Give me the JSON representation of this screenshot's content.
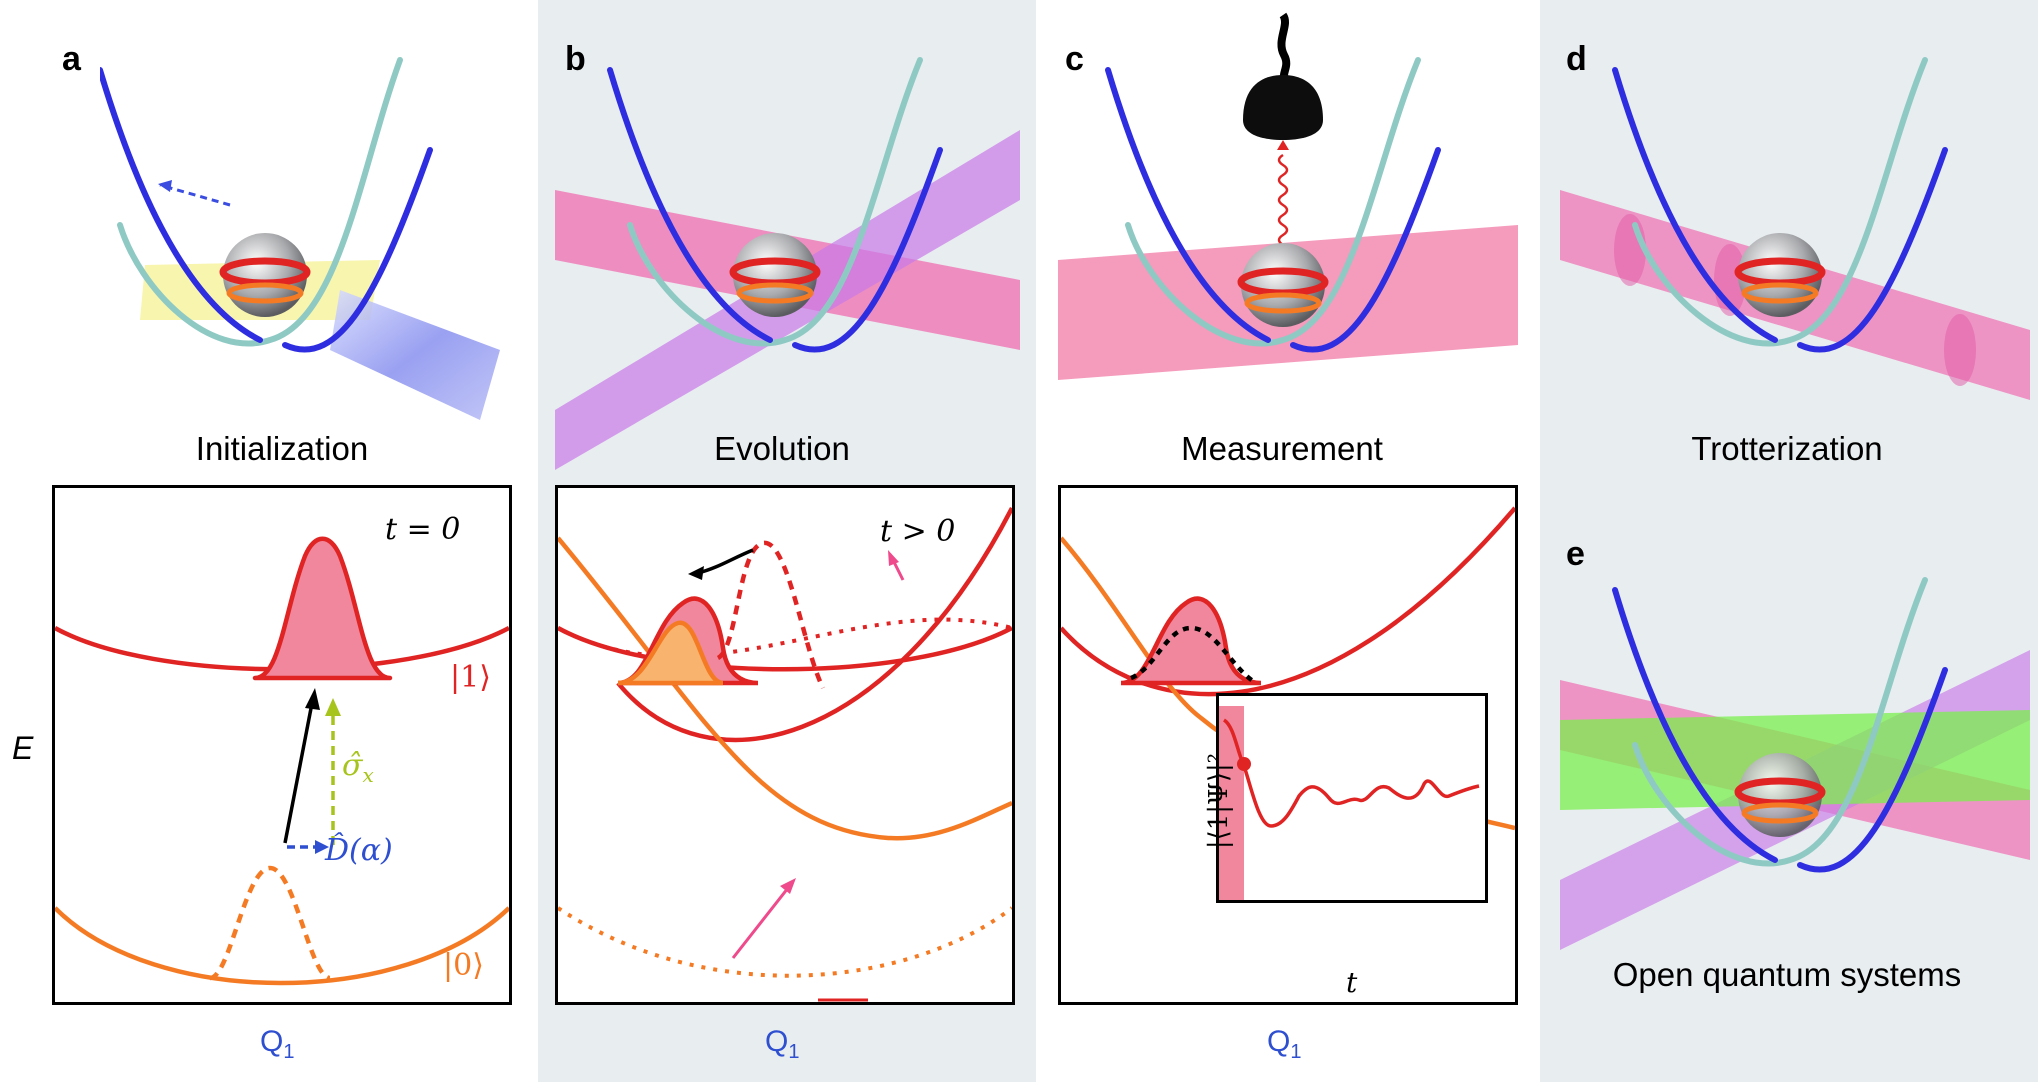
{
  "panels": {
    "a": {
      "letter": "a",
      "caption": "Initialization"
    },
    "b": {
      "letter": "b",
      "caption": "Evolution"
    },
    "c": {
      "letter": "c",
      "caption": "Measurement"
    },
    "d": {
      "letter": "d",
      "caption": "Trotterization"
    },
    "e": {
      "letter": "e",
      "caption": "Open quantum systems"
    }
  },
  "axes": {
    "energy_label": "E",
    "x_label_main": "Q",
    "x_label_sub": "1"
  },
  "plot_a": {
    "time": "t = 0",
    "ket1": "|1⟩",
    "ket0": "|0⟩",
    "sigma": "σ̂",
    "sigma_sub": "x",
    "displacement": "D̂(α)"
  },
  "plot_b": {
    "time": "t > 0"
  },
  "plot_c": {
    "inset_ylabel": "|⟨1|Ψ⟩|²",
    "inset_xlabel": "t"
  },
  "colors": {
    "red": "#e02424",
    "orange": "#f47b24",
    "blue": "#2e2ee0",
    "teal": "#8fc9c4",
    "pink": "#ee4a8c",
    "shade": "#e8edf0",
    "q_label": "#2e4fd0",
    "lime": "#a6c41c"
  }
}
